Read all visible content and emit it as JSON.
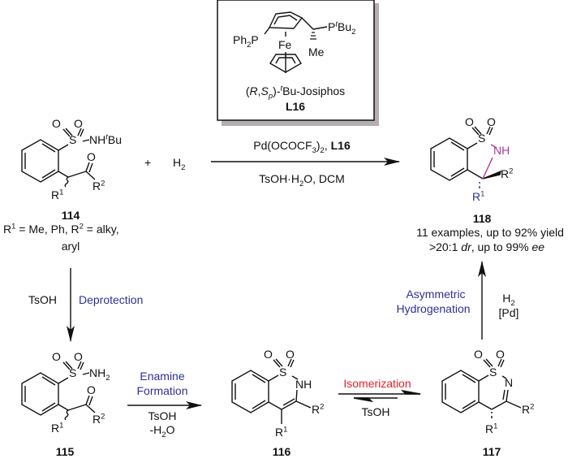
{
  "colors": {
    "bond": "#111111",
    "blue_label": "#2e3192",
    "red_label": "#ed1c24",
    "magenta_bond": "#b0379a",
    "box_shadow": "#b5aeae"
  },
  "catalyst_box": {
    "ph2p": "Ph",
    "ph2p_sub": "2",
    "ph2p_p": "P",
    "fe": "Fe",
    "ptbu_p": "P",
    "ptbu_sup": "t",
    "ptbu_bu": "Bu",
    "ptbu_sub": "2",
    "me": "Me",
    "name_open": "(",
    "name_R": "R",
    "name_comma": ",",
    "name_S": "S",
    "name_p": "p",
    "name_close": ")-",
    "name_t": "t",
    "name_rest": "Bu-Josiphos",
    "ligand_id": "L16"
  },
  "compound_114": {
    "O1": "O",
    "O2": "O",
    "S": "S",
    "nh": "NH",
    "nh_sup": "t",
    "nh_bu": "Bu",
    "ketone_O": "O",
    "R1": "R",
    "R1_sup": "1",
    "R2": "R",
    "R2_sup": "2",
    "id": "114",
    "substituents_line1_a": "R",
    "substituents_line1_a_sup": "1",
    "substituents_line1_b": " = Me, Ph, R",
    "substituents_line1_b_sup": "2",
    "substituents_line1_c": " = alky,",
    "substituents_line2": "aryl"
  },
  "plus_sign": "+",
  "h2_reagent": {
    "H": "H",
    "sub": "2"
  },
  "main_arrow": {
    "top_a": "Pd(OCOCF",
    "top_sub1": "3",
    "top_b": ")",
    "top_sub2": "2",
    "top_c": ", ",
    "top_bold": "L16",
    "bottom_a": "TsOH·H",
    "bottom_sub": "2",
    "bottom_b": "O, DCM"
  },
  "compound_118": {
    "O1": "O",
    "O2": "O",
    "S": "S",
    "NH": "NH",
    "R1": "R",
    "R1_sup": "1",
    "R2": "R",
    "R2_sup": "2",
    "id": "118",
    "result_line1": "11 examples, up to 92% yield",
    "result_line2_a": ">20:1 ",
    "result_line2_dr": "dr",
    "result_line2_b": ", up to 99% ",
    "result_line2_ee": "ee"
  },
  "deprotection_arrow": {
    "reagent": "TsOH",
    "label": "Deprotection"
  },
  "compound_115": {
    "O1": "O",
    "O2": "O",
    "S": "S",
    "nh2": "NH",
    "nh2_sub": "2",
    "ketone_O": "O",
    "R1": "R",
    "R1_sup": "1",
    "R2": "R",
    "R2_sup": "2",
    "id": "115"
  },
  "enamine_arrow": {
    "label_line1": "Enamine",
    "label_line2": "Formation",
    "reagent1": "TsOH",
    "reagent2_a": "-H",
    "reagent2_sub": "2",
    "reagent2_b": "O"
  },
  "compound_116": {
    "O1": "O",
    "O2": "O",
    "S": "S",
    "NH": "NH",
    "R1": "R",
    "R1_sup": "1",
    "R2": "R",
    "R2_sup": "2",
    "id": "116"
  },
  "isomerization_arrow": {
    "label": "Isomerization",
    "reagent": "TsOH"
  },
  "compound_117": {
    "O1": "O",
    "O2": "O",
    "S": "S",
    "N": "N",
    "R1": "R",
    "R1_sup": "1",
    "R2": "R",
    "R2_sup": "2",
    "id": "117"
  },
  "hydrogenation_arrow": {
    "label_line1": "Asymmetric",
    "label_line2": "Hydrogenation",
    "reagent_a": "H",
    "reagent_sub": "2",
    "reagent2": "[Pd]"
  }
}
